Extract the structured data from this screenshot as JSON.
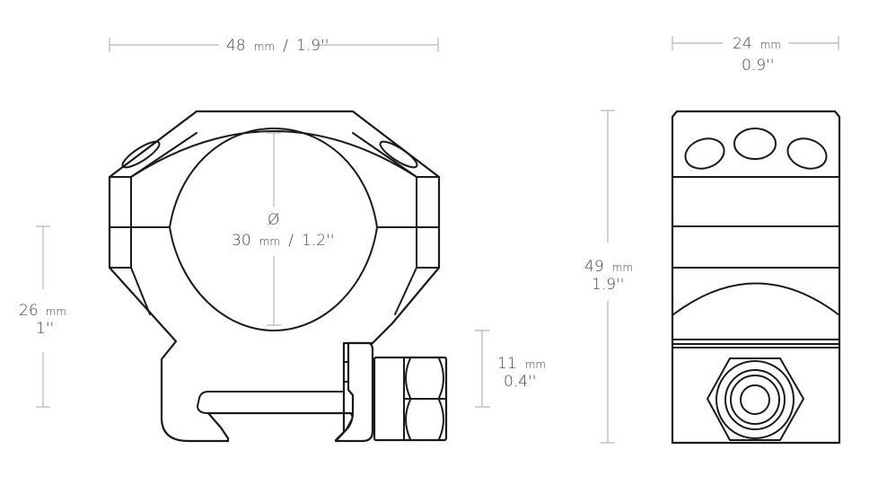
{
  "diagram": {
    "subject": "Scope ring mount technical drawing",
    "colors": {
      "outline": "#1a1a1a",
      "dimension_line": "#b5b5b5",
      "text": "#444444",
      "background": "#ffffff"
    },
    "dimensions": {
      "width_front": {
        "value": "48",
        "unit": "mm",
        "separator": "/",
        "imperial": "1.9''"
      },
      "width_side": {
        "value": "24",
        "unit": "mm",
        "imperial": "0.9''"
      },
      "ring_diameter": {
        "symbol": "Ø",
        "value": "30",
        "unit": "mm",
        "separator": "/",
        "imperial": "1.2''"
      },
      "center_height": {
        "value": "26",
        "unit": "mm",
        "imperial": "1''"
      },
      "clamp_height": {
        "value": "11",
        "unit": "mm",
        "imperial": "0.4''"
      },
      "total_height": {
        "value": "49",
        "unit": "mm",
        "imperial": "1.9''"
      }
    },
    "views": [
      "front-view",
      "side-view"
    ]
  }
}
